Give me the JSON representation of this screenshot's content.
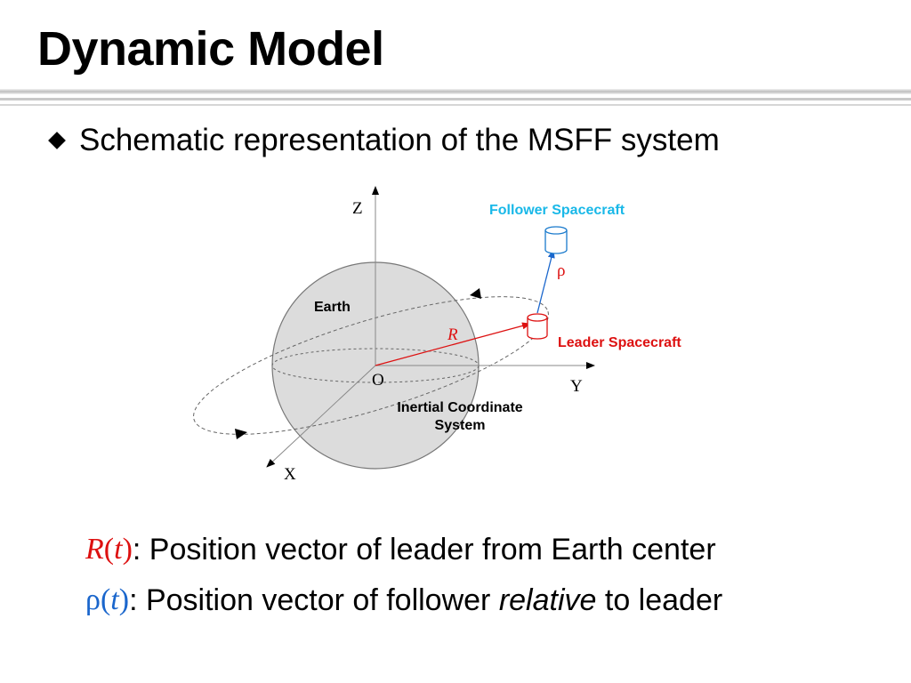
{
  "slide": {
    "title": "Dynamic Model",
    "bullet": "Schematic representation of the MSFF system"
  },
  "diagram": {
    "axis_z": "Z",
    "axis_y": "Y",
    "axis_x": "X",
    "origin": "O",
    "earth_label": "Earth",
    "frame_label_line1": "Inertial Coordinate",
    "frame_label_line2": "System",
    "leader_label": "Leader Spacecraft",
    "follower_label": "Follower Spacecraft",
    "vector_R": "R",
    "vector_rho": "ρ",
    "colors": {
      "leader": "#dd1111",
      "follower": "#19b8e8",
      "rho_vector": "#1a66cc",
      "earth_fill": "#dcdcdc"
    }
  },
  "definitions": [
    {
      "symbol": "R",
      "open": "(",
      "arg": "t",
      "close": ")",
      "text": ": Position vector of leader from Earth center"
    },
    {
      "symbol": "ρ",
      "open": "(",
      "arg": "t",
      "close": ")",
      "text_before": ": Position vector of follower ",
      "text_emph": "relative",
      "text_after": " to leader"
    }
  ]
}
